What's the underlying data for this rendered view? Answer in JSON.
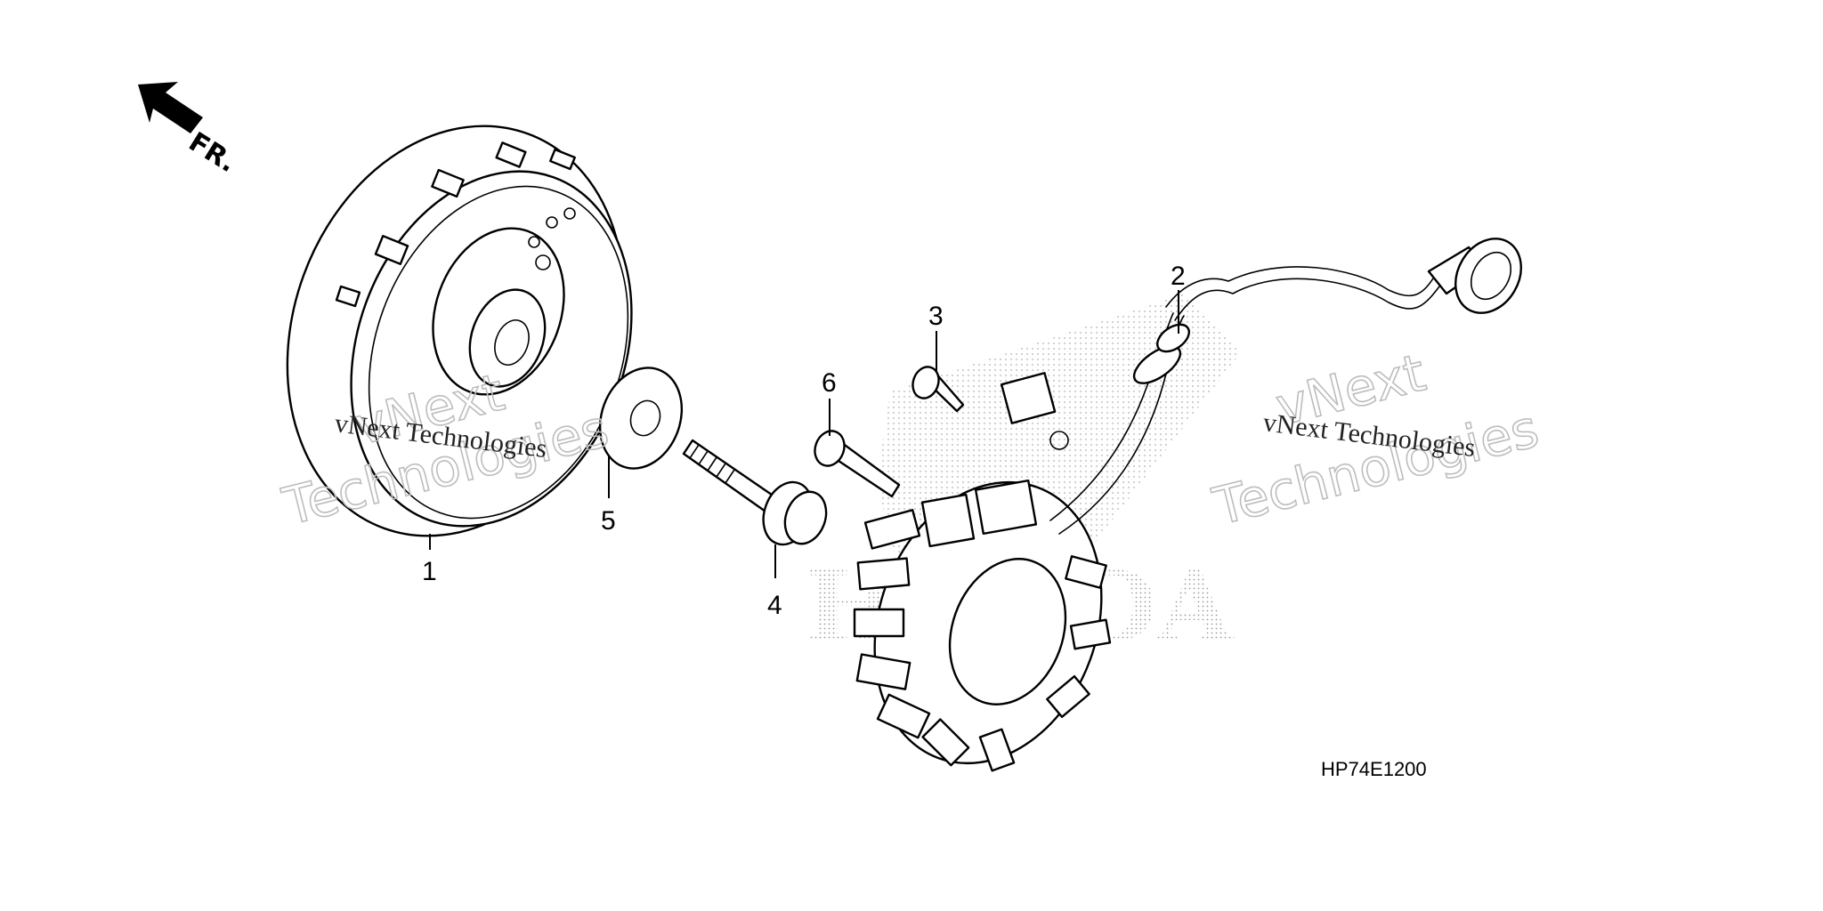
{
  "direction_label": "FR.",
  "callouts": {
    "p1": "1",
    "p2": "2",
    "p3": "3",
    "p4": "4",
    "p5": "5",
    "p6": "6"
  },
  "watermarks": {
    "small": "vNext Technologies",
    "big_line1": "vNext",
    "big_line2": "Technologies"
  },
  "background_logo": "HONDA",
  "diagram_code": "HP74E1200",
  "colors": {
    "line": "#000000",
    "watermark_outline": "#bdbdbd",
    "halftone": "#9a9a9a"
  }
}
